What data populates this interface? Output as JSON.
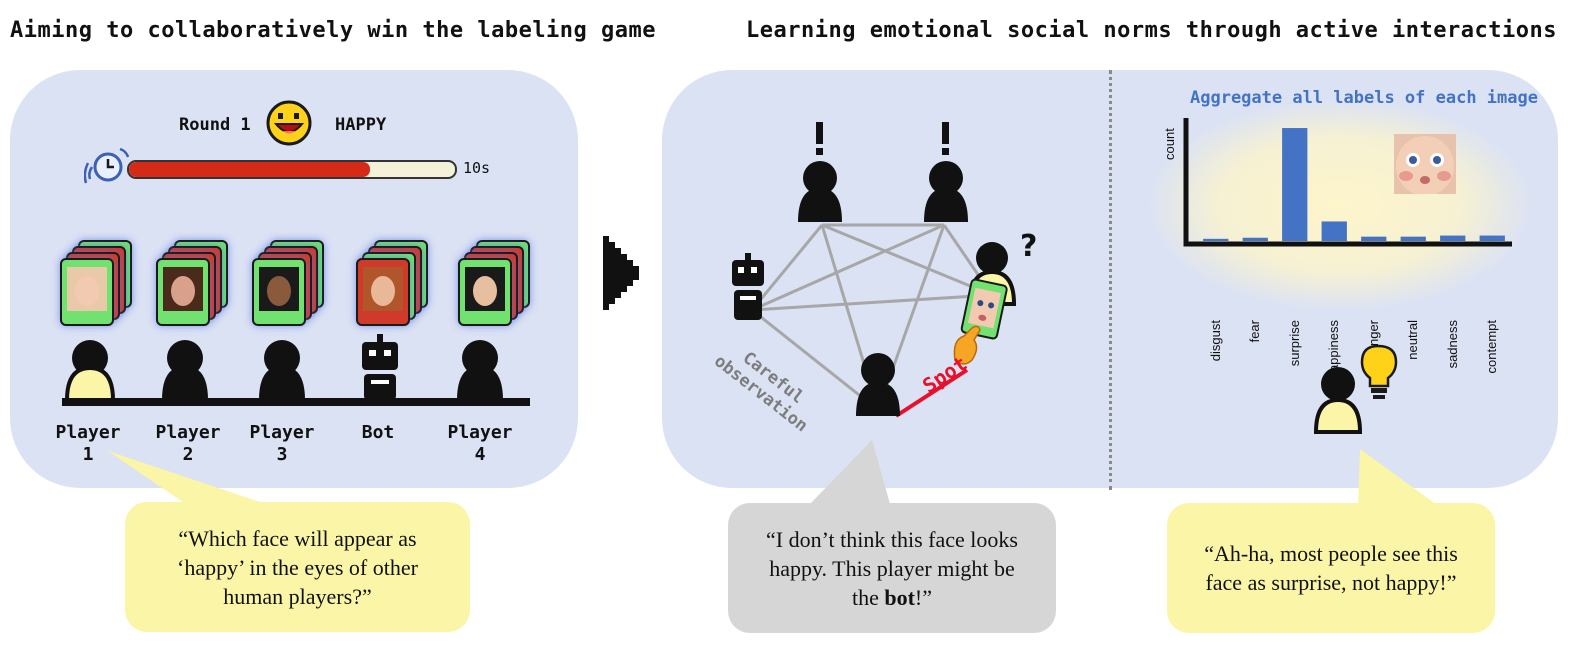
{
  "left": {
    "title": "Aiming to collaboratively win the labeling game",
    "round_label": "Round 1",
    "emotion_label": "HAPPY",
    "timer_text": "10s",
    "timer_progress": 0.74,
    "players": [
      {
        "line1": "Player",
        "line2": "1",
        "frame_color": "#71e16f"
      },
      {
        "line1": "Player",
        "line2": "2",
        "frame_color": "#71e16f"
      },
      {
        "line1": "Player",
        "line2": "3",
        "frame_color": "#71e16f"
      },
      {
        "line1": "Bot",
        "line2": "",
        "frame_color": "#d03a2a"
      },
      {
        "line1": "Player",
        "line2": "4",
        "frame_color": "#71e16f"
      }
    ],
    "bubble": "“Which face will appear as ‘happy’ in the eyes of other human players?”"
  },
  "right": {
    "title": "Learning emotional social norms through active interactions",
    "observation_label": "Careful observation",
    "spot_label": "Spot",
    "bubble_before": "“I don’t think this face looks happy. This player might be the ",
    "bubble_bold": "bot",
    "bubble_after": "!”",
    "bubble2": "“Ah-ha, most people see this face as surprise, not happy!”"
  },
  "chart_data": {
    "type": "bar",
    "title": "Aggregate all labels of each image",
    "ylabel": "count",
    "xlabel": "",
    "categories": [
      "disgust",
      "fear",
      "surprise",
      "happiness",
      "anger",
      "neutral",
      "sadness",
      "contempt"
    ],
    "values": [
      1,
      1.5,
      52,
      9,
      2,
      2,
      2.5,
      2.5
    ],
    "ylim": [
      0,
      58
    ],
    "bar_color": "#4472c4",
    "grid": false
  },
  "colors": {
    "panel": "#dbe2f4",
    "yellow_bubble": "#fbf5a8",
    "gray_bubble": "#d6d6d6",
    "spot_red": "#e8102a",
    "player_yellow": "#fbf5a8"
  }
}
